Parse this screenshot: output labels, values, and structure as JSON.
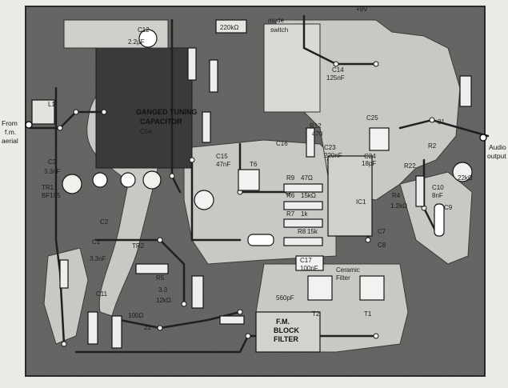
{
  "external_labels": {
    "input_line1": "From",
    "input_line2": "f.m.",
    "input_line3": "aerial",
    "output_line1": "Audio",
    "output_line2": "output"
  },
  "component_labels": [
    {
      "text": "C12"
    },
    {
      "text": "2.2µF"
    },
    {
      "text": "220kΩ"
    },
    {
      "text": "mode"
    },
    {
      "text": "switch"
    },
    {
      "text": "+9V"
    },
    {
      "text": "C14"
    },
    {
      "text": "125nF"
    },
    {
      "text": "R12"
    },
    {
      "text": "470"
    },
    {
      "text": "C15"
    },
    {
      "text": "47nF"
    },
    {
      "text": "T6"
    },
    {
      "text": "C16"
    },
    {
      "text": "C23"
    },
    {
      "text": "220nF"
    },
    {
      "text": "C25"
    },
    {
      "text": "C24"
    },
    {
      "text": "18pF"
    },
    {
      "text": "R9"
    },
    {
      "text": "47Ω"
    },
    {
      "text": "R6"
    },
    {
      "text": "15kΩ"
    },
    {
      "text": "R7"
    },
    {
      "text": "1k"
    },
    {
      "text": "R8"
    },
    {
      "text": "15k"
    },
    {
      "text": "C17"
    },
    {
      "text": "100nF"
    },
    {
      "text": "560pF"
    },
    {
      "text": "IC1"
    },
    {
      "text": "R4"
    },
    {
      "text": "1.2kΩ"
    },
    {
      "text": "C7"
    },
    {
      "text": "C8"
    },
    {
      "text": "C10"
    },
    {
      "text": "8nF"
    },
    {
      "text": "C9"
    },
    {
      "text": "R2"
    },
    {
      "text": "22kΩ"
    },
    {
      "text": "R22"
    },
    {
      "text": "C3"
    },
    {
      "text": "3.3nF"
    },
    {
      "text": "TR1"
    },
    {
      "text": "BF195"
    },
    {
      "text": "C1"
    },
    {
      "text": "3.3nF"
    },
    {
      "text": "C2"
    },
    {
      "text": "TR2"
    },
    {
      "text": "R5"
    },
    {
      "text": "12kΩ"
    },
    {
      "text": "100Ω"
    },
    {
      "text": "22"
    },
    {
      "text": "C11"
    },
    {
      "text": "3.3"
    },
    {
      "text": "L1"
    },
    {
      "text": "T1"
    },
    {
      "text": "T2"
    },
    {
      "text": "Ceramic"
    },
    {
      "text": "Filter"
    },
    {
      "text": "GANGED TUNING"
    },
    {
      "text": "CAPACITOR"
    },
    {
      "text": "C5a"
    },
    {
      "text": "F.M."
    },
    {
      "text": "BLOCK"
    },
    {
      "text": "FILTER"
    },
    {
      "text": "31"
    }
  ]
}
